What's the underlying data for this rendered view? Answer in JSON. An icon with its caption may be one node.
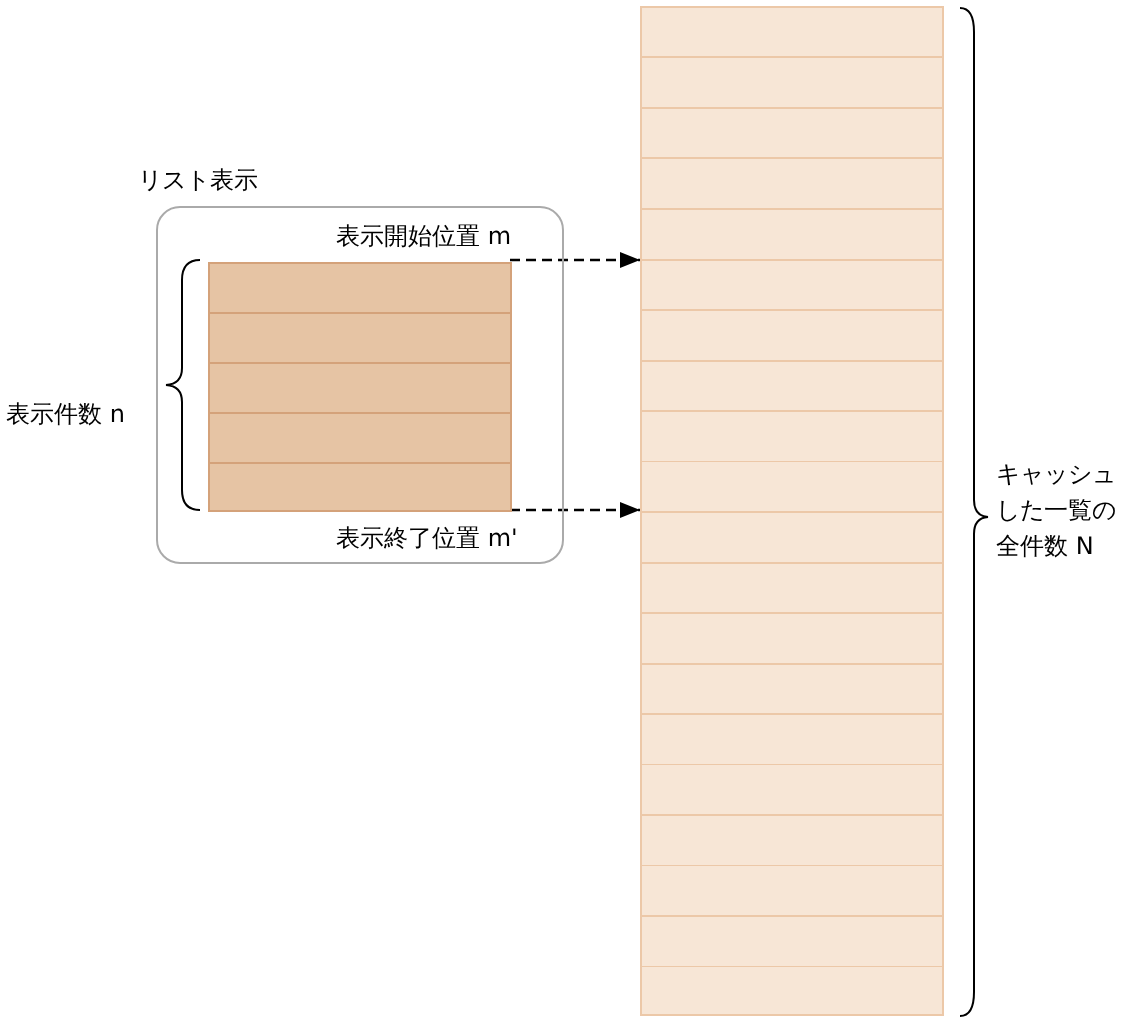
{
  "diagram": {
    "nodes": [
      {
        "text": [
          "リスト表示"
        ]
      },
      {
        "text": [],
        "shape": "box",
        "in": 0
      },
      {
        "text": [],
        "shape": "box",
        "beside": [
          "キャッシュした一覧の全件数 N"
        ]
      }
    ],
    "edges": [
      {
        "from": 1,
        "to": 2,
        "arrow": "to",
        "style": "dashed"
      },
      {
        "from": 1,
        "to": 2,
        "arrow": "to",
        "style": "dashed"
      }
    ],
    "labels": [
      "表示開始位置 m",
      "表示終了位置 m'",
      "表示件数 n"
    ]
  }
}
